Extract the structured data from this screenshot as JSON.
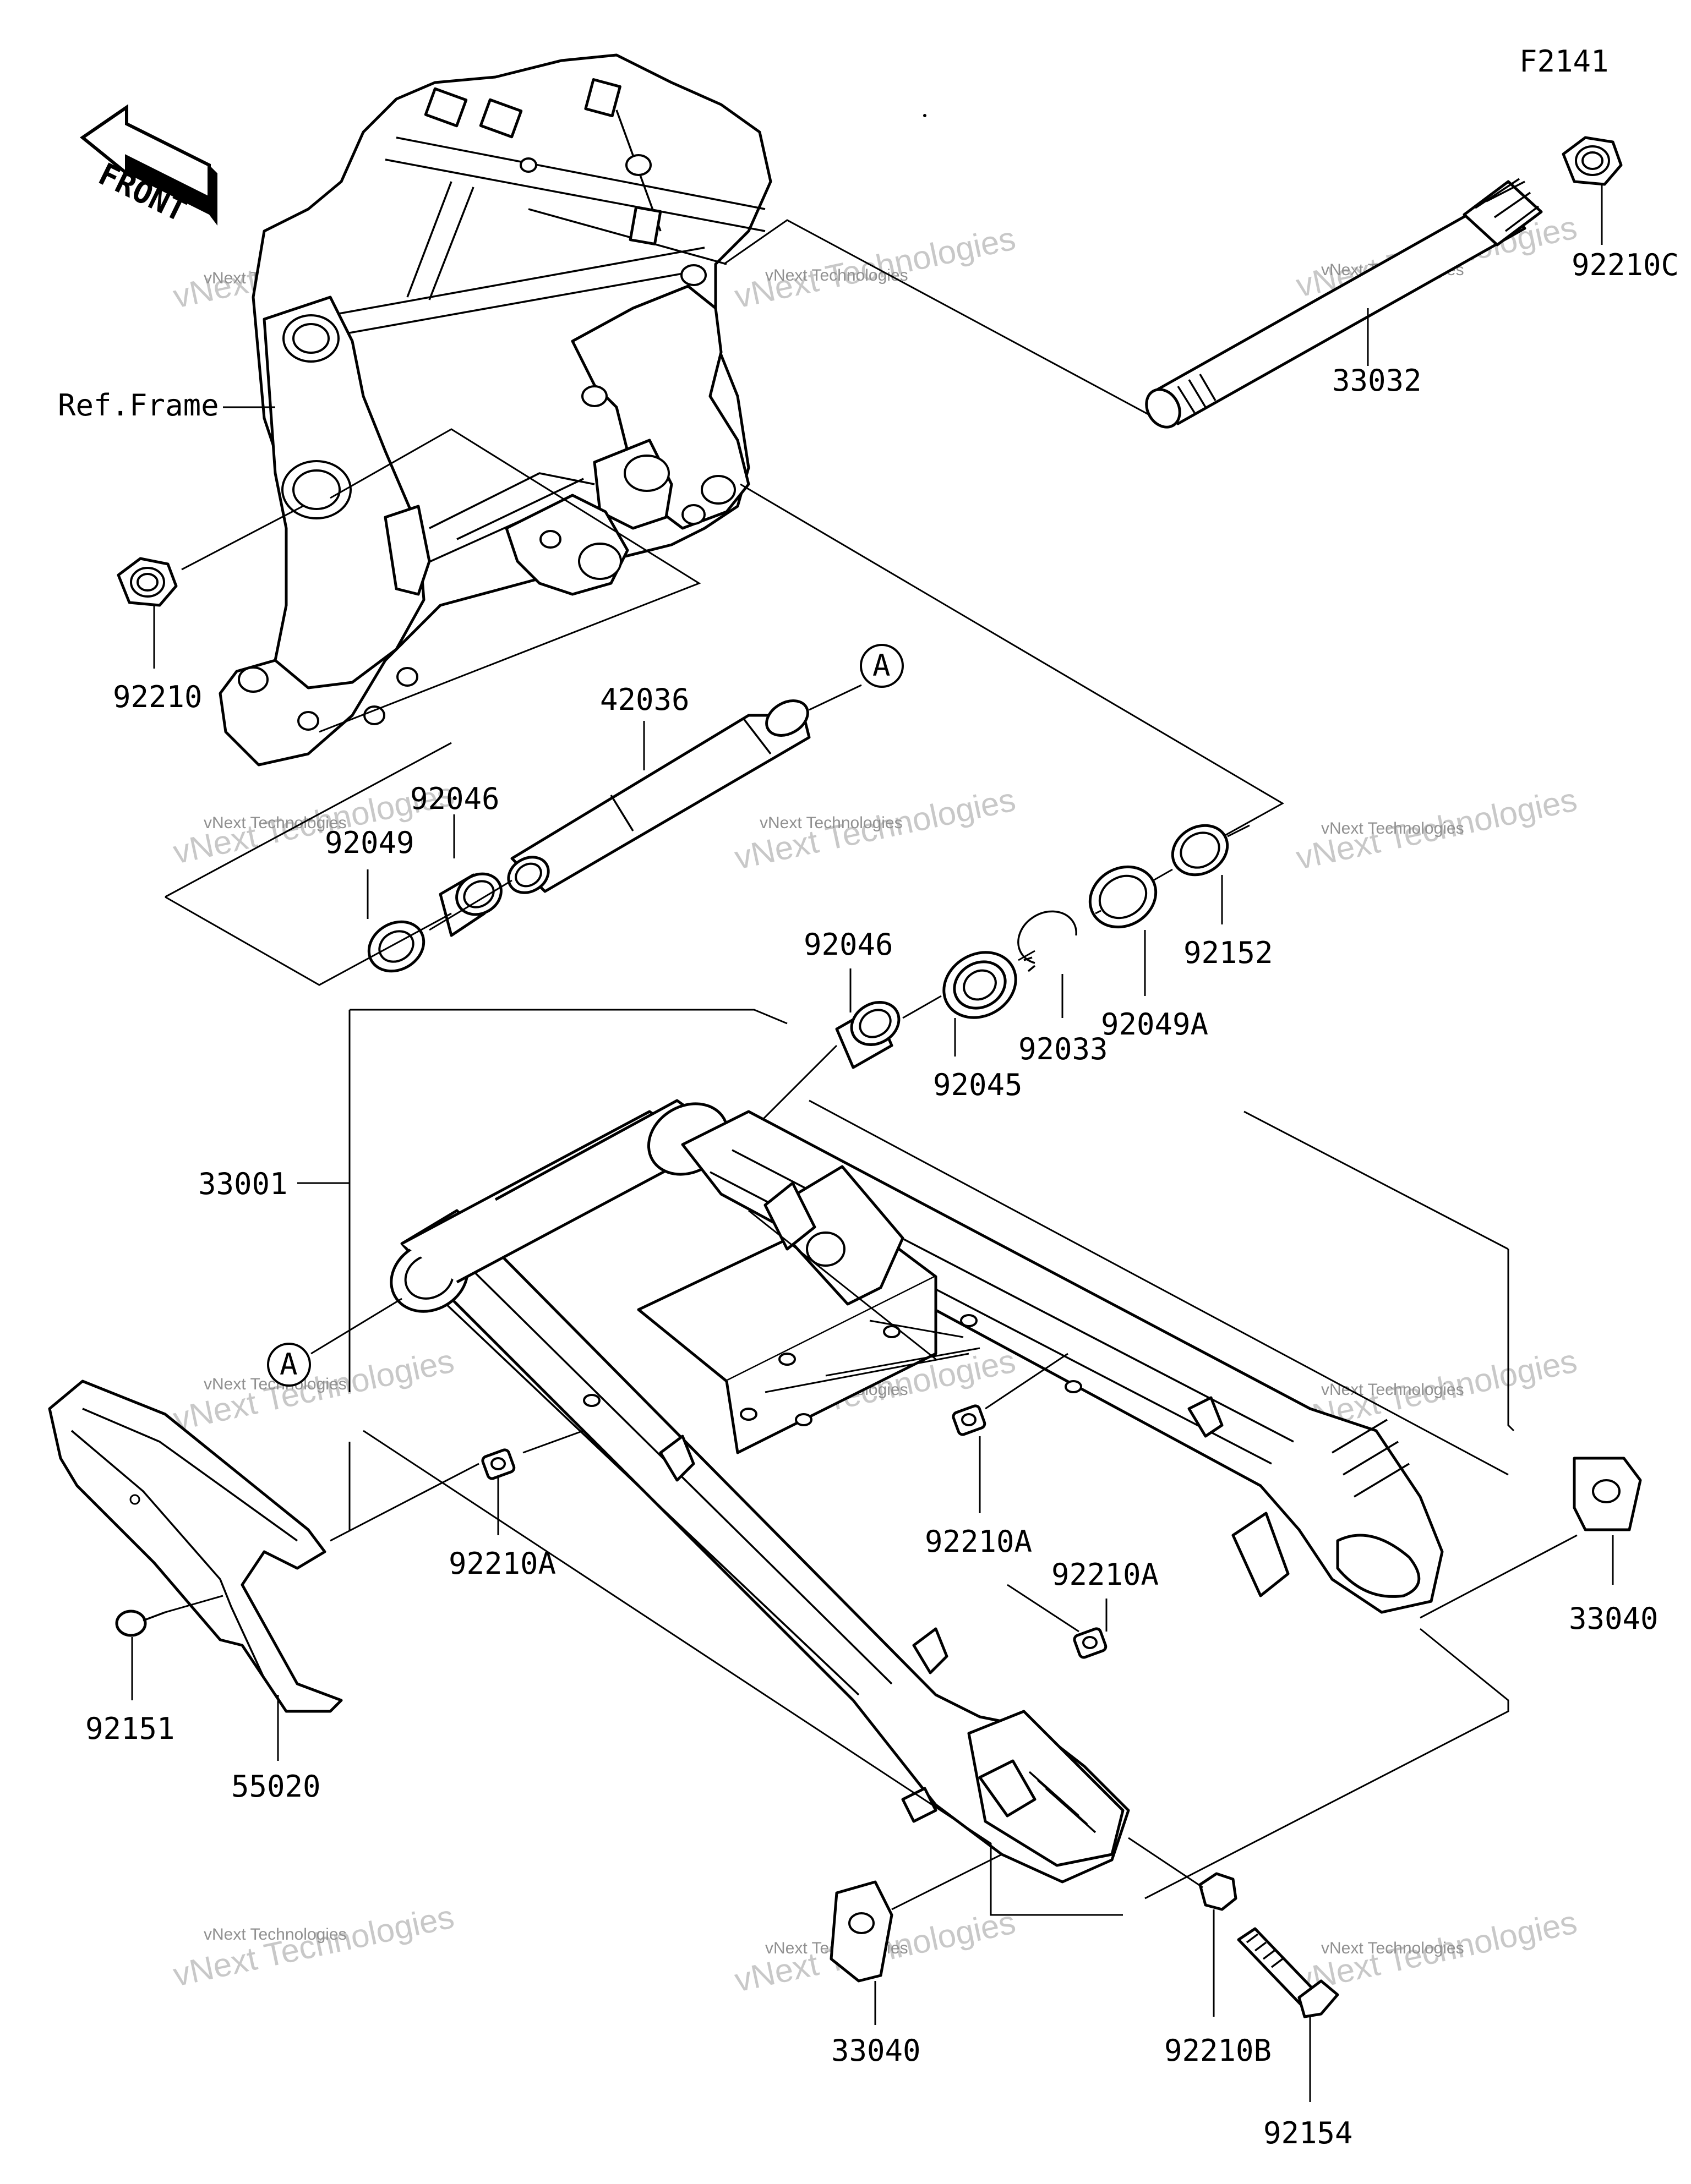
{
  "diagram_code": "F2141",
  "front_label": "FRONT",
  "ref_frame_label": "Ref.Frame",
  "callout_a": "A",
  "watermark_brand": "vNext Technologies",
  "watermark_big": "vNext Technologies",
  "parts": {
    "p92210C": "92210C",
    "p33032": "33032",
    "p92210": "92210",
    "p42036": "42036",
    "p92046_top": "92046",
    "p92049": "92049",
    "p92046_mid": "92046",
    "p92045": "92045",
    "p92033": "92033",
    "p92049A": "92049A",
    "p92152": "92152",
    "p33001": "33001",
    "p92210A_left": "92210A",
    "p92210A_mid": "92210A",
    "p92210A_right": "92210A",
    "p33040_right": "33040",
    "p92151": "92151",
    "p55020": "55020",
    "p33040_bottom": "33040",
    "p92210B": "92210B",
    "p92154": "92154"
  }
}
